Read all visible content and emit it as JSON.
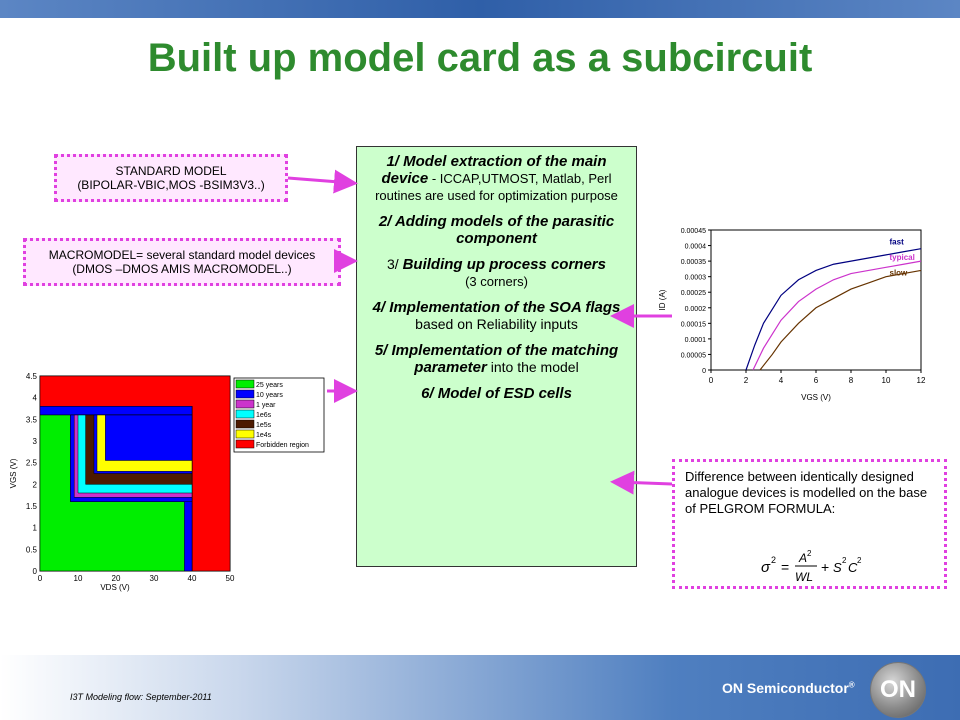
{
  "title": "Built up model card as a subcircuit",
  "standard_model": {
    "line1": "STANDARD MODEL",
    "line2": "(BIPOLAR-VBIC,MOS -BSIM3V3..)"
  },
  "macromodel": {
    "line1": "MACROMODEL= several standard model devices",
    "line2": "(DMOS –DMOS AMIS MACROMODEL..)"
  },
  "steps": {
    "s1": {
      "bold": "1/ Model extraction of the main device",
      "rest": " - ICCAP,UTMOST, Matlab, Perl routines are used for optimization purpose"
    },
    "s2": {
      "bold": "2/ Adding models of the parasitic component"
    },
    "s3": {
      "prefix": "3/ ",
      "bold": "Building up process corners",
      "rest": "(3 corners)"
    },
    "s4": {
      "bold": "4/ Implementation of the SOA flags",
      "rest": " based on Reliability inputs"
    },
    "s5": {
      "bold": "5/ Implementation of the matching parameter",
      "rest": " into the model"
    },
    "s6": {
      "bold": "6/ Model of ESD cells"
    }
  },
  "difference": {
    "text": "Difference between identically designed analogue devices is modelled on the base of PELGROM FORMULA:"
  },
  "formula": {
    "sigma": "σ",
    "exp2": "2",
    "eq": "=",
    "num": "A",
    "den": "WL",
    "plus": "+",
    "s": "S",
    "c": "C"
  },
  "footer": {
    "text": "I3T Modeling flow: September-2011",
    "brand": "ON Semiconductor",
    "reg": "®",
    "logo": "ON"
  },
  "colors": {
    "title": "#2e8b2e",
    "box_green": "#ccffcc",
    "pink_fill": "#ffe8ff",
    "pink_border": "#e040e0",
    "arrow": "#e040e0"
  },
  "chart_data": [
    {
      "type": "line",
      "xlabel": "VGS (V)",
      "ylabel": "ID (A)",
      "xlim": [
        0,
        12
      ],
      "ylim": [
        0,
        0.00045
      ],
      "xticks": [
        "0",
        "2",
        "4",
        "6",
        "8",
        "10",
        "12"
      ],
      "yticks": [
        "0",
        "0.00005",
        "0.0001",
        "0.00015",
        "0.0002",
        "0.00025",
        "0.0003",
        "0.00035",
        "0.0004",
        "0.00045"
      ],
      "series": [
        {
          "name": "fast",
          "color": "#000080",
          "x": [
            2.0,
            2.5,
            3,
            4,
            5,
            6,
            7,
            8,
            9,
            10,
            11,
            12
          ],
          "y": [
            0,
            8e-05,
            0.00015,
            0.00024,
            0.00029,
            0.00032,
            0.00034,
            0.00035,
            0.00036,
            0.00037,
            0.00038,
            0.00039
          ]
        },
        {
          "name": "typical",
          "color": "#cc33cc",
          "x": [
            2.4,
            3,
            4,
            5,
            6,
            7,
            8,
            9,
            10,
            11,
            12
          ],
          "y": [
            0,
            7e-05,
            0.00016,
            0.00022,
            0.00026,
            0.00029,
            0.00031,
            0.00032,
            0.00033,
            0.00034,
            0.00035
          ]
        },
        {
          "name": "slow",
          "color": "#663300",
          "x": [
            2.8,
            3.5,
            4,
            5,
            6,
            7,
            8,
            9,
            10,
            11,
            12
          ],
          "y": [
            0,
            5e-05,
            9e-05,
            0.00015,
            0.0002,
            0.00023,
            0.00026,
            0.00028,
            0.0003,
            0.00031,
            0.00032
          ]
        }
      ]
    },
    {
      "type": "area",
      "xlabel": "VDS (V)",
      "ylabel": "VGS (V)",
      "xlim": [
        0,
        50
      ],
      "ylim": [
        0,
        4.5
      ],
      "xticks": [
        "0",
        "10",
        "20",
        "30",
        "40",
        "50"
      ],
      "yticks": [
        "0",
        "0.5",
        "1",
        "1.5",
        "2",
        "2.5",
        "3",
        "3.5",
        "4",
        "4.5"
      ],
      "regions": [
        {
          "name": "Forbidden region",
          "color": "#ff0000",
          "vds": 50,
          "vgs": 4.5
        },
        {
          "name": "1e4s",
          "color": "#ffff00",
          "vds": 40,
          "vgs": 3.8
        },
        {
          "name": "1e5s",
          "color": "#4d1a00",
          "vds": 40,
          "vgs": 3.8
        },
        {
          "name": "1e6s",
          "color": "#00ffff",
          "vds": 40,
          "vgs": 3.8
        },
        {
          "name": "1 year",
          "color": "#cc33cc",
          "vds": 40,
          "vgs": 3.8
        },
        {
          "name": "10 years",
          "color": "#0000ff",
          "vds": 40,
          "vgs": 3.8
        },
        {
          "name": "25 years",
          "color": "#00ee00",
          "vds": 40,
          "vgs": 3.6
        }
      ],
      "steps": [
        {
          "color": "#ffff00",
          "x0": 15,
          "y0": 2.3
        },
        {
          "color": "#4d1a00",
          "x0": 12,
          "y0": 2.0
        },
        {
          "color": "#00ffff",
          "x0": 10,
          "y0": 1.8
        },
        {
          "color": "#cc33cc",
          "x0": 9,
          "y0": 1.7
        },
        {
          "color": "#0000ff",
          "x0": 8,
          "y0": 1.6
        }
      ],
      "legend": [
        {
          "label": "25 years",
          "color": "#00ee00"
        },
        {
          "label": "10 years",
          "color": "#0000ff"
        },
        {
          "label": "1 year",
          "color": "#cc33cc"
        },
        {
          "label": "1e6s",
          "color": "#00ffff"
        },
        {
          "label": "1e5s",
          "color": "#4d1a00"
        },
        {
          "label": "1e4s",
          "color": "#ffff00"
        },
        {
          "label": "Forbidden region",
          "color": "#ff0000"
        }
      ]
    }
  ]
}
